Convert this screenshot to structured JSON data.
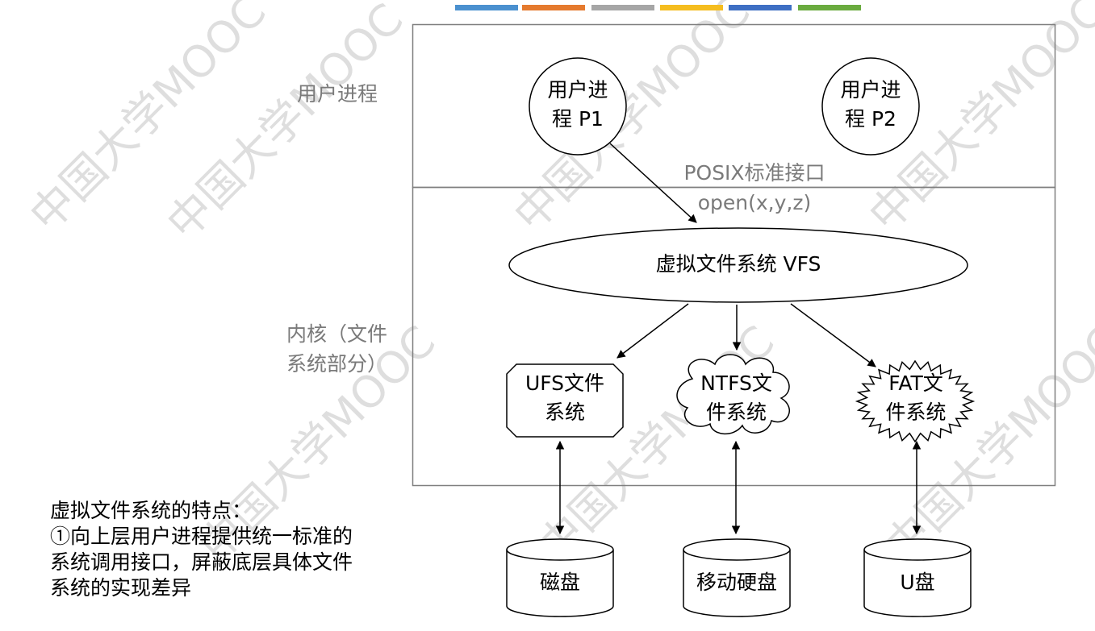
{
  "color_bar": [
    {
      "color": "#4a90cf"
    },
    {
      "color": "#e57a2e"
    },
    {
      "color": "#a6a6a6"
    },
    {
      "color": "#f5bd1f"
    },
    {
      "color": "#3e6fc3"
    },
    {
      "color": "#6aab3f"
    }
  ],
  "layers": {
    "user": {
      "label": "用户进程"
    },
    "kernel": {
      "label_line1": "内核（文件",
      "label_line2": "系统部分）"
    }
  },
  "processes": [
    {
      "line1": "用户进",
      "line2": "程 P1"
    },
    {
      "line1": "用户进",
      "line2": "程 P2"
    }
  ],
  "interface": {
    "name": "POSIX标准接口",
    "call": "open(x,y,z)"
  },
  "vfs": {
    "label": "虚拟文件系统 VFS"
  },
  "filesystems": [
    {
      "line1": "UFS文件",
      "line2": "系统"
    },
    {
      "line1": "NTFS文",
      "line2": "件系统"
    },
    {
      "line1": "FAT文",
      "line2": "件系统"
    }
  ],
  "devices": [
    {
      "label": "磁盘"
    },
    {
      "label": "移动硬盘"
    },
    {
      "label": "U盘"
    }
  ],
  "note": {
    "title": "虚拟文件系统的特点：",
    "line1": "①向上层用户进程提供统一标准的",
    "line2": "系统调用接口，屏蔽底层具体文件",
    "line3": "系统的实现差异"
  },
  "watermark": {
    "text": "中国大学MOOC"
  }
}
